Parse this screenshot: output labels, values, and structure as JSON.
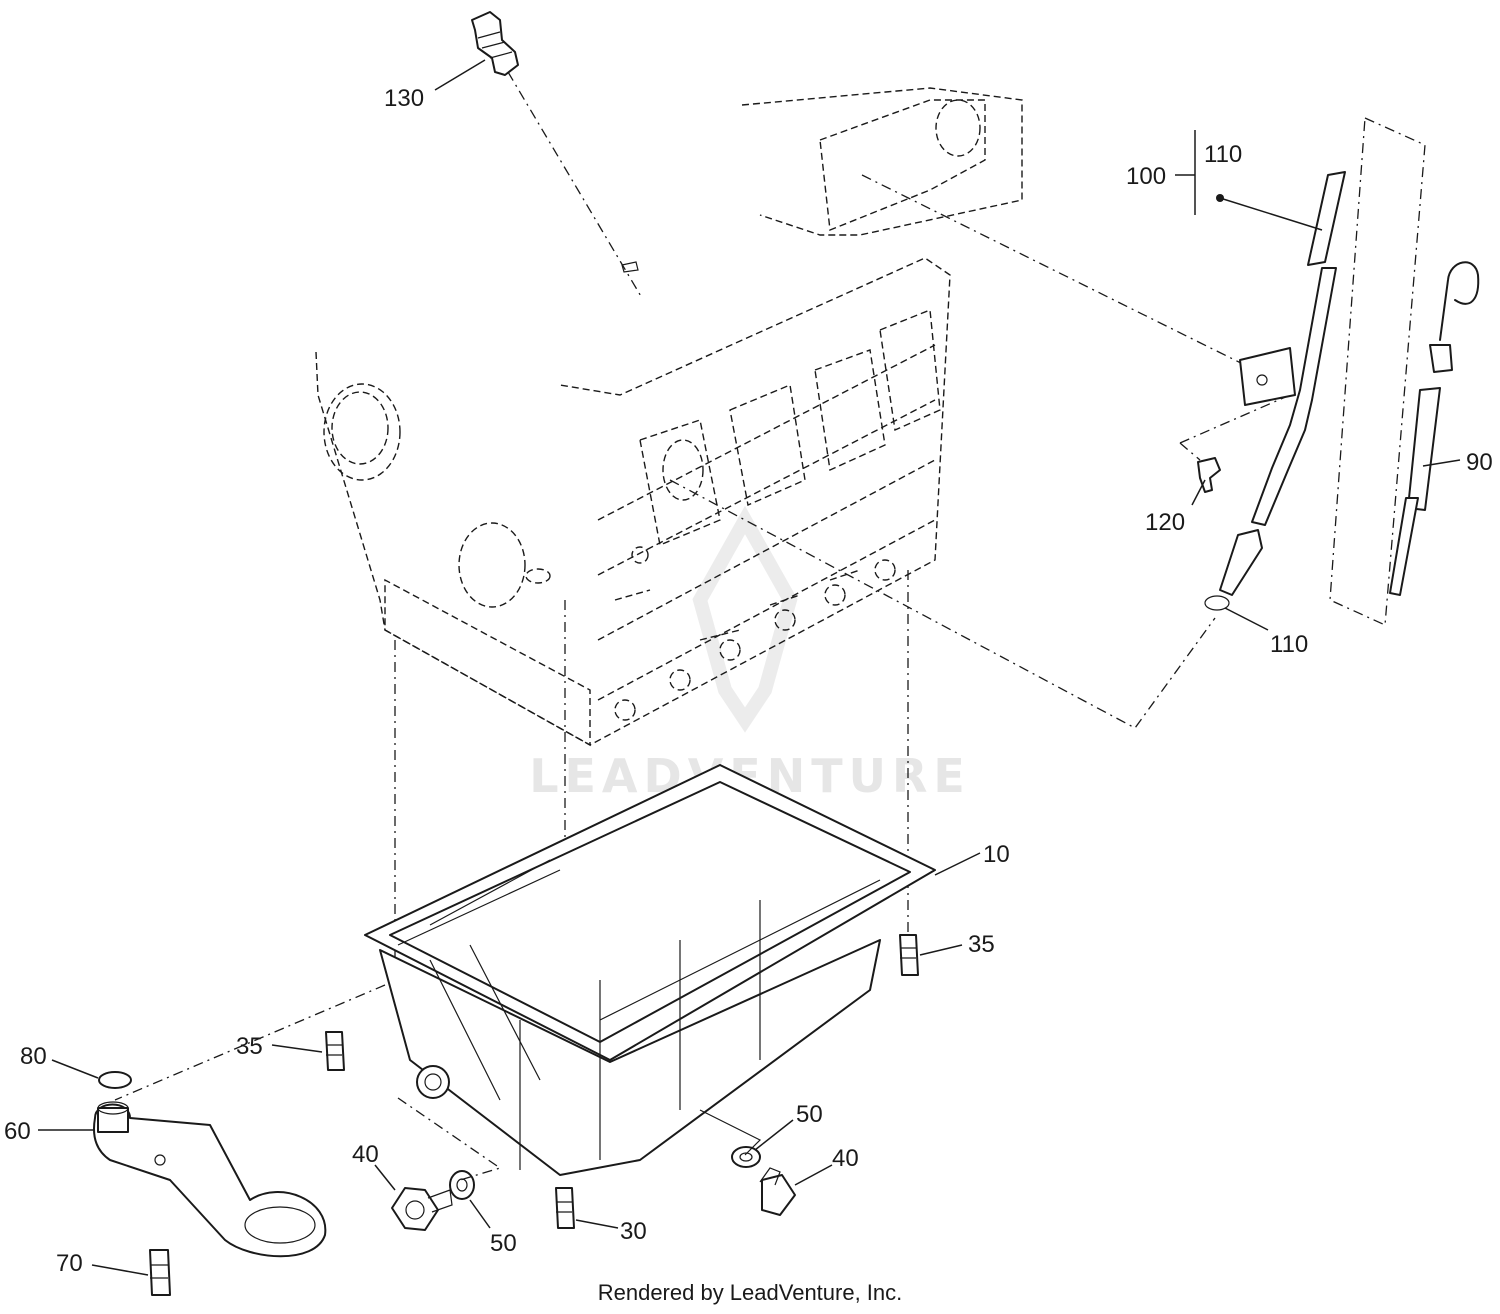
{
  "watermark": "LEADVENTURE",
  "footer": "Rendered by LeadVenture, Inc.",
  "callouts": {
    "c130": "130",
    "c100": "100",
    "c110_top": "110",
    "c90": "90",
    "c120": "120",
    "c110_bottom": "110",
    "c10": "10",
    "c35_right": "35",
    "c35_left": "35",
    "c80": "80",
    "c60": "60",
    "c70": "70",
    "c40_left": "40",
    "c50_left": "50",
    "c30": "30",
    "c50_right": "50",
    "c40_right": "40"
  }
}
